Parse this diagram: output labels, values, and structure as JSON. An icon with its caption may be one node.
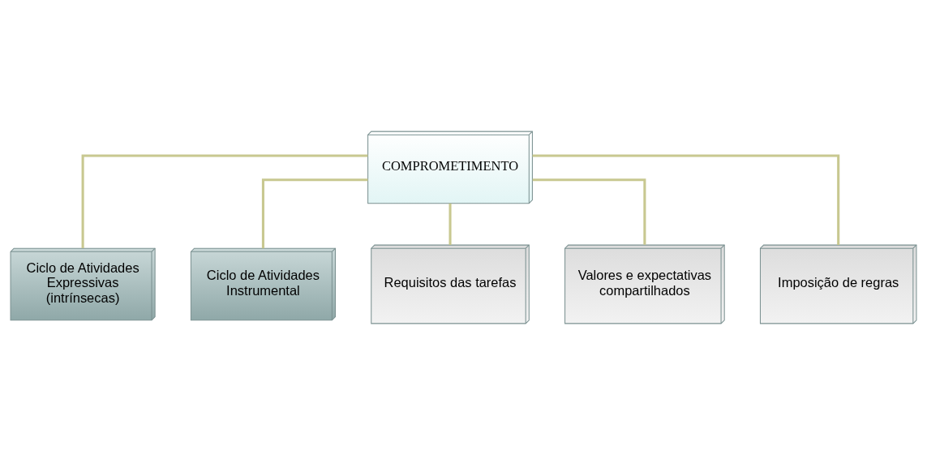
{
  "diagram": {
    "nodes": [
      {
        "text": [
          "COMPROMETIMENTO"
        ]
      },
      {
        "text": [
          "Ciclo de Atividades Expressivas (intrínsecas)"
        ]
      },
      {
        "text": [
          "Ciclo de Atividades Instrumental"
        ]
      },
      {
        "text": [
          "Requisitos das tarefas"
        ]
      },
      {
        "text": [
          "Valores e expectativas compartilhados"
        ]
      },
      {
        "text": [
          "Imposição de regras"
        ]
      }
    ],
    "edges": [
      {
        "from": 0,
        "to": 1,
        "arrow": "none"
      },
      {
        "from": 0,
        "to": 2,
        "arrow": "none"
      },
      {
        "from": 0,
        "to": 3,
        "arrow": "none"
      },
      {
        "from": 0,
        "to": 4,
        "arrow": "none"
      },
      {
        "from": 0,
        "to": 5,
        "arrow": "none"
      }
    ]
  }
}
